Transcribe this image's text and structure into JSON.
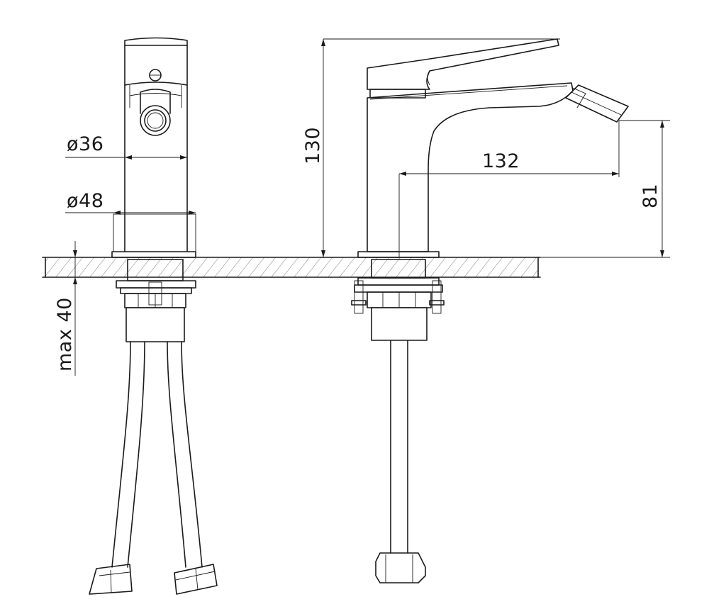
{
  "dimensions": {
    "d36": "ø36",
    "d48": "ø48",
    "h130": "130",
    "l132": "132",
    "h81": "81",
    "max40": "max 40"
  }
}
